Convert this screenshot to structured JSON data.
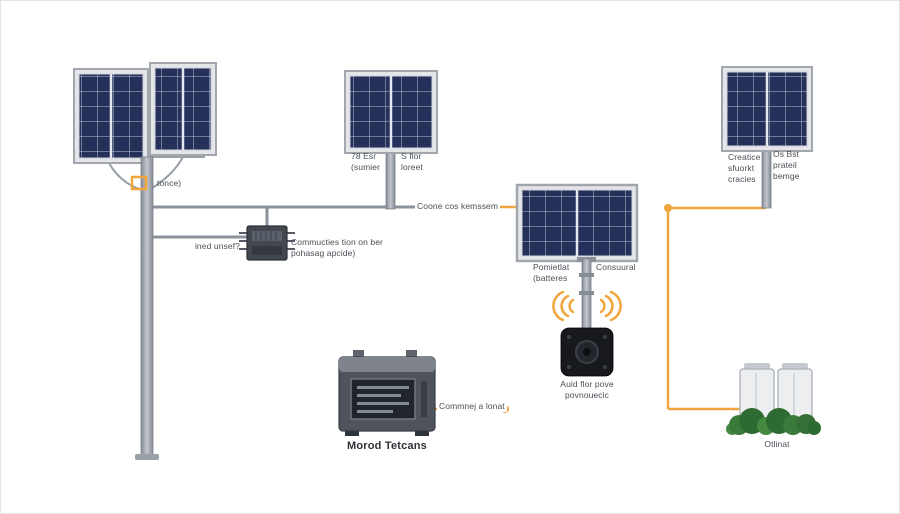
{
  "labels": {
    "pole_clamp": "tonce)",
    "panel_b_left": [
      "78 Esr",
      "(sumier"
    ],
    "panel_b_right": [
      "S flor",
      "loreet"
    ],
    "controller_left": "ined unsef?",
    "controller_right": [
      "Commucties tion on ber",
      "pohasag apcide)"
    ],
    "wire_main": "Coone cos kemssem",
    "panel_c_left": [
      "Pomietlat",
      "(batteres"
    ],
    "panel_c_right": "Consuural",
    "device": [
      "Auid flor pove",
      "povnouecic"
    ],
    "battery": "Morod Tetcans",
    "battery_wire": "Commnej a lonat",
    "panel_d_left": [
      "Creatice",
      "sfuorkt",
      "cracies"
    ],
    "panel_d_right": [
      "Os Bst",
      "prateil",
      "bemge"
    ],
    "storage": "Otlinat"
  },
  "colors": {
    "accent_orange": "#f0a63c",
    "panel_cell_blue": "#25315a",
    "wire_gray": "#8c929b",
    "device_black": "#17191d",
    "background": "#ffffff"
  }
}
